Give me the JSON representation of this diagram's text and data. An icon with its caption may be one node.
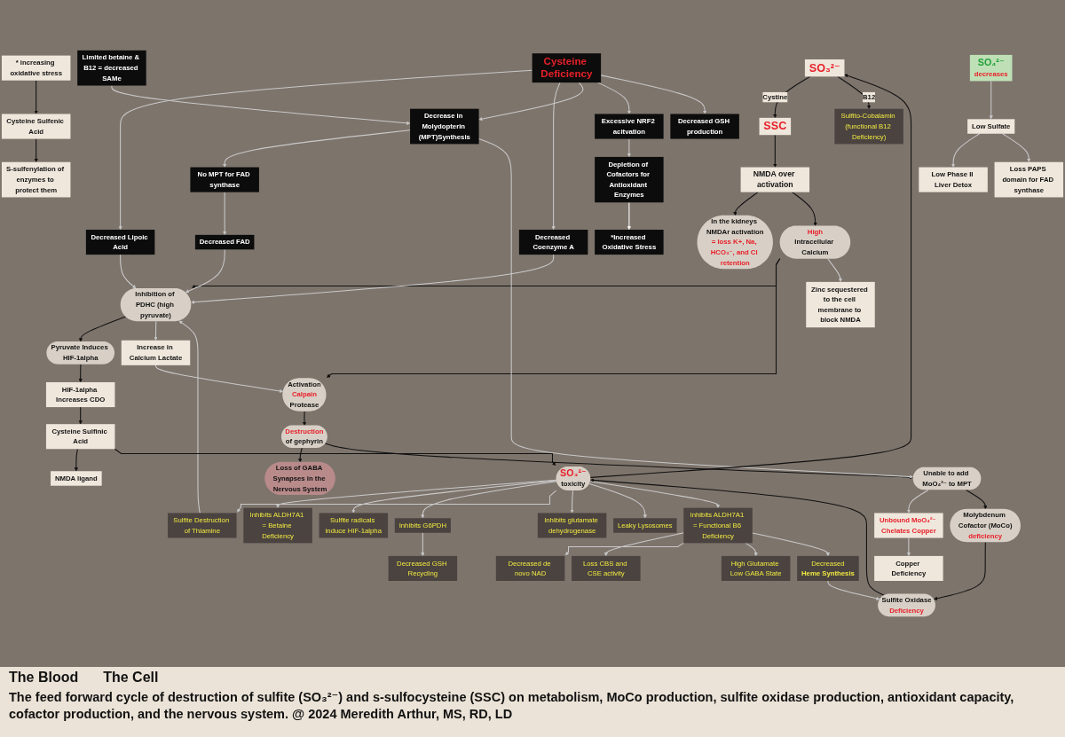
{
  "diagram": {
    "caption": "The feed forward cycle of destruction of sulfite (SO₃²⁻) and s-sulfocysteine (SSC) on metabolism, MoCo production, sulfite oxidase production, antioxidant capacity, cofactor production, and the nervous system. @ 2024 Meredith Arthur, MS, RD, LD",
    "nodes": [
      {
        "text": [
          "Zinc sequestered to the cell membrane to block NMDA"
        ]
      },
      {
        "text": [
          "High",
          "Intracellular Calcium"
        ]
      },
      {
        "text": [
          "Activation",
          "Calpain",
          "Protease"
        ]
      },
      {
        "text": [
          "Loss of GABA Synapses in the Nervous System"
        ]
      },
      {
        "text": [
          "NMDA over activation"
        ]
      },
      {
        "text": [
          "Destruction",
          "of gephyrin"
        ]
      },
      {
        "text": [
          "Inhibition of PDHC (high pyruvate)"
        ]
      },
      {
        "text": [
          "Increase in Calcium Lactate"
        ]
      },
      {
        "text": [
          "In the kidneys NMDAr activation",
          "= loss K+, Na, HCO₃⁻, and Cl retention"
        ]
      },
      {
        "text": [
          "Copper Deficiency"
        ]
      },
      {
        "text": [
          "Decreased FAD"
        ]
      },
      {
        "text": [
          "No MPT for FAD synthase"
        ]
      },
      {
        "text": [
          "Decreased Coenzyme A"
        ]
      },
      {
        "text": [
          "Limited betaine & B12 = decreased SAMe"
        ]
      },
      {
        "text": [
          "Unbound MoO₄²⁻ Chelates Copper"
        ]
      },
      {
        "text": [
          "Pyruvate Induces HIF-1alpha"
        ]
      },
      {
        "text": [
          "Decreased Lipoic Acid"
        ]
      },
      {
        "text": [
          "SSC"
        ]
      },
      {
        "text": [
          "S-sulfenylation of enzymes to protect them"
        ]
      },
      {
        "text": [
          "Cysteine Deficiency"
        ]
      },
      {
        "text": [
          "Decrease in Molydopterin (MPT)Synthesis"
        ]
      },
      {
        "text": [
          "Unable to add MoO₄²⁻ to MPT"
        ]
      },
      {
        "text": [
          "NMDA ligand"
        ]
      },
      {
        "text": [
          "HIF-1alpha Increases CDO"
        ]
      },
      {
        "text": [
          "Cysteine Sulfenic Acid"
        ]
      },
      {
        "text": [
          "Excessive NRF2 acitvation"
        ]
      },
      {
        "text": [
          "Sulfite Destruction of Thiamine"
        ]
      },
      {
        "text": [
          "Decreased GSH production"
        ]
      },
      {
        "text": [
          "* increasing oxidative stress"
        ]
      },
      {
        "text": [
          "Cysteine Sulfinic Acid"
        ]
      },
      {
        "text": [
          "*Increased Oxidative Stress"
        ]
      },
      {
        "text": [
          "Inhibits ALDH7A1 = Betaine Deficiency"
        ]
      },
      {
        "text": [
          "Sulfite radicals induce HIF-1alpha"
        ]
      },
      {
        "text": [
          "Inhibits G6PDH"
        ]
      },
      {
        "text": [
          "Decreased GSH Recycling"
        ]
      },
      {
        "text": [
          "SO₃²⁻"
        ]
      },
      {
        "text": [
          "Depletion of Cofactors for Antioxidant Enzymes"
        ]
      },
      {
        "text": [
          "Inhibits glutamate dehydrogenase"
        ]
      },
      {
        "text": [
          "Decreased de novo NAD"
        ]
      },
      {
        "text": [
          "SO₃²⁻",
          "toxicity"
        ]
      },
      {
        "text": [
          "SO₄²⁻",
          "decreases"
        ]
      },
      {
        "text": [
          "Low Phase II Liver Detox"
        ]
      },
      {
        "text": [
          "Low Sulfate"
        ]
      },
      {
        "text": [
          "Leaky Lysosomes"
        ]
      },
      {
        "text": [
          "Inhibits ALDH7A1 = Functional B6 Deficiency"
        ]
      },
      {
        "text": [
          "Sulfito-Cobalamin (functional B12 Deficiency)"
        ]
      },
      {
        "text": [
          "Loss CBS and CSE activity"
        ]
      },
      {
        "text": [
          "Molybdenum Cofactor (MoCo)",
          "deficiency"
        ]
      },
      {
        "text": [
          "Sulfite Oxidase",
          "Deficiency"
        ]
      },
      {
        "text": [
          "Decreased",
          "Heme Synthesis"
        ]
      },
      {
        "text": [
          "High Glutamate Low GABA State"
        ]
      },
      {
        "text": [
          "Loss PAPS domain for FAD synthase"
        ]
      }
    ],
    "edges": [
      {
        "from": 35,
        "to": 17,
        "arrow": "to",
        "label": "Cystine",
        "color": "#111111"
      },
      {
        "from": 17,
        "to": 4,
        "arrow": "to",
        "color": "#111111"
      },
      {
        "from": 4,
        "to": 8,
        "arrow": "to",
        "color": "#111111"
      },
      {
        "from": 4,
        "to": 1,
        "arrow": "to",
        "color": "#111111"
      },
      {
        "from": 1,
        "to": 6,
        "arrow": "to",
        "color": "#111111"
      },
      {
        "from": 6,
        "to": 15,
        "arrow": "to",
        "color": "#111111"
      },
      {
        "from": 1,
        "to": 2,
        "arrow": "to",
        "color": "#111111"
      },
      {
        "from": 1,
        "to": 0,
        "arrow": "to"
      },
      {
        "from": 6,
        "to": 7,
        "arrow": "to"
      },
      {
        "from": 7,
        "to": 2,
        "arrow": "to"
      },
      {
        "from": 2,
        "to": 5,
        "arrow": "to",
        "color": "#111111"
      },
      {
        "from": 5,
        "to": 3,
        "arrow": "to",
        "color": "#111111"
      },
      {
        "from": 5,
        "to": 21,
        "arrow": "to",
        "color": "#111111"
      },
      {
        "from": 10,
        "to": 6,
        "arrow": "to"
      },
      {
        "from": 12,
        "to": 6,
        "arrow": "to"
      },
      {
        "from": 16,
        "to": 6,
        "arrow": "to"
      },
      {
        "from": 26,
        "to": 6,
        "arrow": "to"
      },
      {
        "from": 15,
        "to": 23,
        "arrow": "to",
        "color": "#111111"
      },
      {
        "from": 23,
        "to": 29,
        "arrow": "to",
        "color": "#111111"
      },
      {
        "from": 29,
        "to": 22,
        "arrow": "to",
        "color": "#111111"
      },
      {
        "from": 29,
        "to": 39,
        "arrow": "to",
        "color": "#111111"
      },
      {
        "from": 28,
        "to": 24,
        "arrow": "to",
        "color": "#111111"
      },
      {
        "from": 24,
        "to": 18,
        "arrow": "to",
        "color": "#111111"
      },
      {
        "from": 19,
        "to": 16,
        "arrow": "to"
      },
      {
        "from": 19,
        "to": 12,
        "arrow": "to"
      },
      {
        "from": 19,
        "to": 20,
        "arrow": "to"
      },
      {
        "from": 19,
        "to": 25,
        "arrow": "to"
      },
      {
        "from": 19,
        "to": 27,
        "arrow": "to"
      },
      {
        "from": 20,
        "to": 11,
        "arrow": "to"
      },
      {
        "from": 11,
        "to": 10,
        "arrow": "to"
      },
      {
        "from": 13,
        "to": 20,
        "arrow": "to"
      },
      {
        "from": 20,
        "to": 21,
        "arrow": "to"
      },
      {
        "from": 21,
        "to": 14,
        "arrow": "to"
      },
      {
        "from": 14,
        "to": 9,
        "arrow": "to"
      },
      {
        "from": 21,
        "to": 47,
        "arrow": "to",
        "color": "#111111"
      },
      {
        "from": 25,
        "to": 36,
        "arrow": "to"
      },
      {
        "from": 36,
        "to": 30,
        "arrow": "to",
        "color": "#ffffff"
      },
      {
        "from": 39,
        "to": 35,
        "arrow": "to",
        "color": "#111111"
      },
      {
        "from": 35,
        "to": 45,
        "arrow": "to",
        "label": "B12",
        "color": "#111111"
      },
      {
        "from": 39,
        "to": 26,
        "arrow": "to"
      },
      {
        "from": 39,
        "to": 31,
        "arrow": "to"
      },
      {
        "from": 39,
        "to": 32,
        "arrow": "to"
      },
      {
        "from": 39,
        "to": 33,
        "arrow": "to"
      },
      {
        "from": 33,
        "to": 34,
        "arrow": "to"
      },
      {
        "from": 39,
        "to": 37,
        "arrow": "to"
      },
      {
        "from": 39,
        "to": 43,
        "arrow": "to"
      },
      {
        "from": 39,
        "to": 44,
        "arrow": "to"
      },
      {
        "from": 44,
        "to": 38,
        "arrow": "to"
      },
      {
        "from": 44,
        "to": 46,
        "arrow": "to"
      },
      {
        "from": 44,
        "to": 50,
        "arrow": "to"
      },
      {
        "from": 44,
        "to": 49,
        "arrow": "to"
      },
      {
        "from": 49,
        "to": 48,
        "arrow": "to"
      },
      {
        "from": 48,
        "to": 39,
        "arrow": "to",
        "color": "#111111"
      },
      {
        "from": 47,
        "to": 48,
        "arrow": "to",
        "color": "#111111"
      },
      {
        "from": 40,
        "to": 42,
        "arrow": "to"
      },
      {
        "from": 42,
        "to": 41,
        "arrow": "to"
      },
      {
        "from": 42,
        "to": 51,
        "arrow": "to"
      }
    ],
    "labels": [
      "The Blood",
      "The Cell"
    ]
  }
}
